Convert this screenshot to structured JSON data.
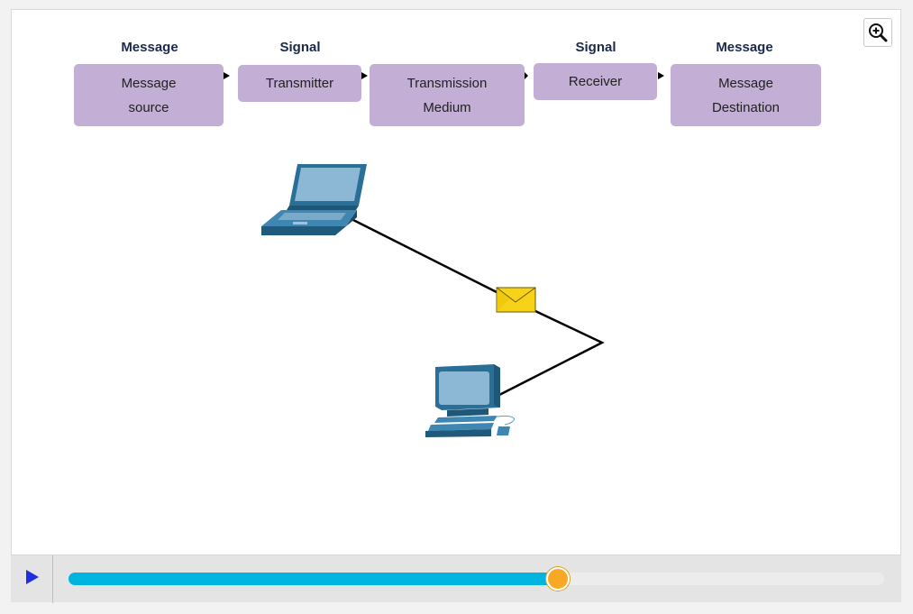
{
  "zoom_button": {
    "icon": "zoom-in-icon"
  },
  "stage_labels": {
    "message_source": "Message",
    "transmitter": "Signal",
    "receiver": "Signal",
    "destination": "Message"
  },
  "stages": [
    {
      "lines": [
        "Message",
        "source"
      ]
    },
    {
      "lines": [
        "Transmitter"
      ]
    },
    {
      "lines": [
        "Transmission",
        "Medium"
      ]
    },
    {
      "lines": [
        "Receiver"
      ]
    },
    {
      "lines": [
        "Message",
        "Destination"
      ]
    }
  ],
  "devices": {
    "sender": {
      "icon": "laptop-icon"
    },
    "message": {
      "icon": "envelope-icon"
    },
    "receiver": {
      "icon": "desktop-computer-icon"
    }
  },
  "playback": {
    "play_icon": "play-icon",
    "progress": 0.6
  },
  "colors": {
    "stage_box": "#c3aed6",
    "label_text": "#1b2a4a",
    "progress_fill": "#00b4e0",
    "progress_thumb": "#f9a825",
    "play_icon": "#1f2fe0",
    "device_blue": "#2f7aa6"
  }
}
